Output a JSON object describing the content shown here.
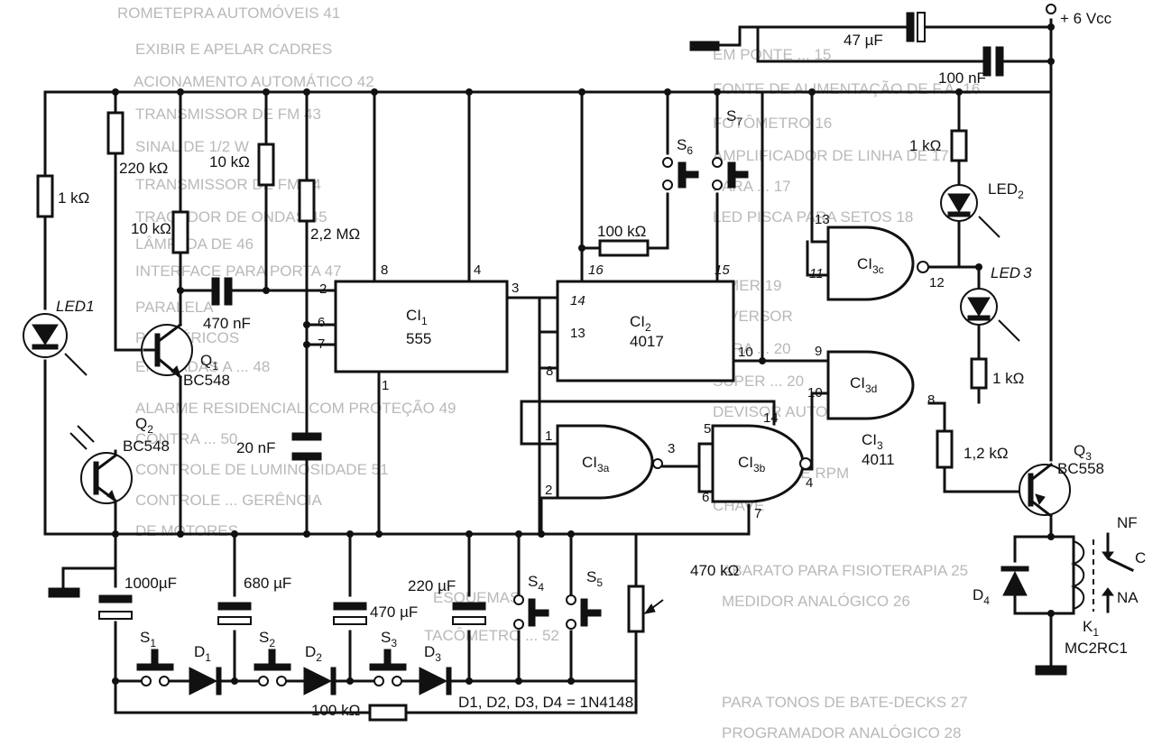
{
  "background_text": [
    "ROMETEPRA AUTOMÓVEIS 41",
    "EXIBIR E APELAR CADRES",
    "ACIONAMENTO AUTOMÁTICO 42",
    "TRANSMISSOR DE FM 43",
    "SINAL DE 1/2 W",
    "TRANSMISSOR DE FM 44",
    "TRAÇADOR DE ONDAS 45",
    "LÂMPADA DE 46",
    "INTERFACE PARA PORTA 47",
    "PARALELA",
    "PERIFÉRICOS",
    "ENTRADAS A ... 48",
    "ALARME RESIDENCIAL COM PROTEÇÃO 49",
    "CONTRA ... 50",
    "CONTROLE DE LUMINOSIDADE 51",
    "CONTROLE ... GERÊNCIA",
    "DE MOTORES",
    "ESQUEMAS",
    "TACÔMETRO ... 52",
    "EM PONTE ... 15",
    "FONTE DE ALIMENTAÇÃO DE F.A. 16",
    "FOTÔMETRO 16",
    "AMPLIFICADOR DE LINHA DE 17",
    "PARA ... 17",
    "LED PISCA PARA SETOS 18",
    "TIMER 19",
    "INVERSOR",
    "PARA ... 20",
    "SUPER ... 20",
    "DEVISOR AUTOMÁTICO",
    "MEDIDOR DE RPM",
    "CHAVE",
    "ABARATO PARA FISIOTERAPIA 25",
    "MEDIDOR ANALÓGICO 26",
    "PARA TONOS DE BATE-DECKS 27",
    "PROGRAMADOR ANALÓGICO 28"
  ],
  "components": {
    "supply": "+ 6 Vcc",
    "c_47u": "47 µF",
    "c_100n": "100 nF",
    "r_1k_led2": "1 kΩ",
    "led2": "LED",
    "led2_sub": "2",
    "led3": "LED",
    "led3_sub": "3",
    "r_1k_led3": "1 kΩ",
    "r_1k2": "1,2 kΩ",
    "q3_name": "Q",
    "q3_sub": "3",
    "q3_type": "BC558",
    "d4": "D",
    "d4_sub": "4",
    "k1": "K",
    "k1_sub": "1",
    "k1_type": "MC2RC1",
    "nf": "NF",
    "c_contact": "C",
    "na": "NA",
    "r_1k_led1": "1 kΩ",
    "led1": "LED1",
    "r_220k": "220 kΩ",
    "r_10k_q1": "10 kΩ",
    "q1_name": "Q",
    "q1_sub": "1",
    "q1_type": "BC548",
    "q2_name": "Q",
    "q2_sub": "2",
    "q2_type": "BC548",
    "r_10k_555": "10 kΩ",
    "r_2m2": "2,2 MΩ",
    "c_470n": "470 nF",
    "c_20n": "20 nF",
    "ci1_name": "CI",
    "ci1_sub": "1",
    "ci1_type": "555",
    "ci2_name": "CI",
    "ci2_sub": "2",
    "ci2_type": "4017",
    "ci3_name": "CI",
    "ci3_sub": "3",
    "ci3_type": "4011",
    "ci3a_name": "CI",
    "ci3a_sub": "3a",
    "ci3b_name": "CI",
    "ci3b_sub": "3b",
    "ci3c_name": "CI",
    "ci3c_sub": "3c",
    "ci3d_name": "CI",
    "ci3d_sub": "3d",
    "r_100k_top": "100 kΩ",
    "s6": "S",
    "s6_sub": "6",
    "s7": "S",
    "s7_sub": "7",
    "c_1000u": "1000µF",
    "c_680u": "680 µF",
    "c_470u": "470 µF",
    "c_220u": "220 µF",
    "s1": "S",
    "s1_sub": "1",
    "s2": "S",
    "s2_sub": "2",
    "s3": "S",
    "s3_sub": "3",
    "s4": "S",
    "s4_sub": "4",
    "s5": "S",
    "s5_sub": "5",
    "d1": "D",
    "d1_sub": "1",
    "d2": "D",
    "d2_sub": "2",
    "d3": "D",
    "d3_sub": "3",
    "r_100k_bottom": "100 kΩ",
    "pot_470k": "470 kΩ",
    "diode_note": "D1, D2, D3, D4 = 1N4148"
  },
  "pins": {
    "ci1_2": "2",
    "ci1_8": "8",
    "ci1_4": "4",
    "ci1_3": "3",
    "ci1_6": "6",
    "ci1_7": "7",
    "ci1_1": "1",
    "ci2_16": "16",
    "ci2_14": "14",
    "ci2_13": "13",
    "ci2_15": "15",
    "ci2_10": "10",
    "ci2_8": "8",
    "ci3c_13": "13",
    "ci3c_11": "11",
    "ci3c_12": "12",
    "ci3d_9": "9",
    "ci3d_10": "10",
    "ci3d_8": "8",
    "ci3a_1": "1",
    "ci3a_2": "2",
    "ci3a_3": "3",
    "ci3b_5": "5",
    "ci3b_6": "6",
    "ci3b_4": "4",
    "ci3b_14": "14",
    "ci3b_7": "7"
  }
}
